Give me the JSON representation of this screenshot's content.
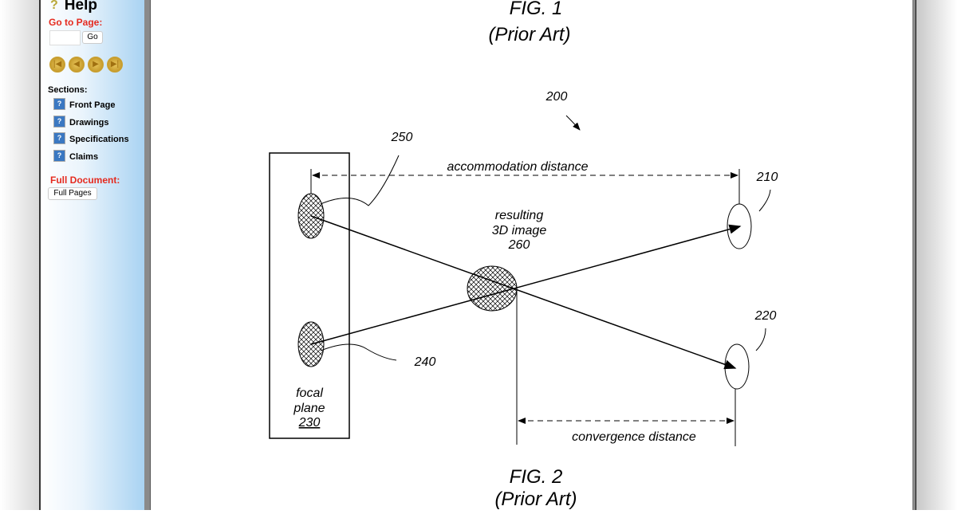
{
  "sidebar": {
    "help": "Help",
    "go_to_page": "Go to Page:",
    "go_value": "",
    "go_button": "Go",
    "nav_buttons": [
      "first-page",
      "previous-page",
      "next-page",
      "last-page"
    ],
    "sections_label": "Sections:",
    "sections": [
      {
        "label": "Front Page"
      },
      {
        "label": "Drawings"
      },
      {
        "label": "Specifications"
      },
      {
        "label": "Claims"
      }
    ],
    "full_document": "Full Document:",
    "full_pages": "Full Pages"
  },
  "figure": {
    "fig1": "FIG. 1",
    "fig1_sub": "(Prior Art)",
    "fig2": "FIG. 2",
    "fig2_sub": "(Prior Art)",
    "ref200": "200",
    "ref250": "250",
    "ref210": "210",
    "ref220": "220",
    "ref240": "240",
    "accommodation": "accommodation distance",
    "resulting": "resulting",
    "image3d": "3D image",
    "ref260": "260",
    "focal": "focal",
    "plane": "plane",
    "ref230": "230",
    "convergence": "convergence distance"
  },
  "colors": {
    "red_label": "#e52b1f",
    "sidebar_blue": "#a9d3f2"
  }
}
